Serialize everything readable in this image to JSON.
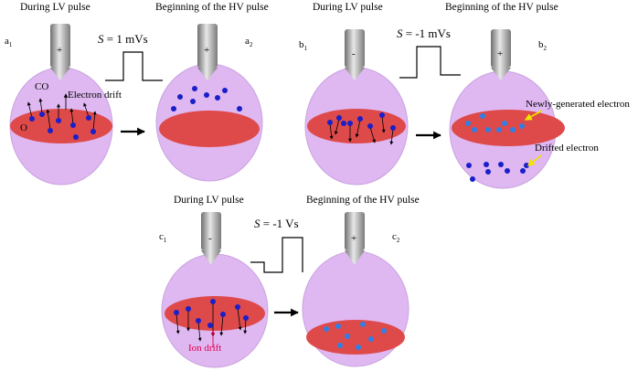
{
  "colors": {
    "sphere": "#dfb8f2",
    "sphere_stroke": "#c9a2df",
    "ellipse": "#de4a4a",
    "electron_dark": "#1a1fc8",
    "electron_light": "#2f7fe6",
    "tip_gray": "#9a9a9a",
    "ion_drift": "#e0004a",
    "pointer_yellow": "#f2e300"
  },
  "panels": {
    "a": {
      "title_left": "During LV pulse",
      "title_right": "Beginning of the HV pulse",
      "label1": "a",
      "label2": "a",
      "sub1": "1",
      "sub2": "2",
      "pulse_label": "S = 1 mVs",
      "polarity_left": "+",
      "polarity_right": "+",
      "co_label": "CO",
      "o_label": "O",
      "drift_label": "Electron drift"
    },
    "b": {
      "title_left": "During LV pulse",
      "title_right": "Beginning of the HV pulse",
      "label1": "b",
      "label2": "b",
      "sub1": "1",
      "sub2": "2",
      "pulse_label": "S = -1 mVs",
      "polarity_left": "-",
      "polarity_right": "+",
      "new_electron": "Newly-generated electron",
      "drifted_electron": "Drifted electron"
    },
    "c": {
      "title_left": "During LV pulse",
      "title_right": "Beginning of the HV pulse",
      "label1": "c",
      "label2": "c",
      "sub1": "1",
      "sub2": "2",
      "pulse_label": "S = -1 Vs",
      "polarity_left": "-",
      "polarity_right": "+",
      "ion_drift": "Ion drift"
    }
  },
  "icons": {
    "electrode": "needle-electrode-icon",
    "arrow": "right-arrow-icon",
    "pulse": "square-pulse-icon"
  }
}
